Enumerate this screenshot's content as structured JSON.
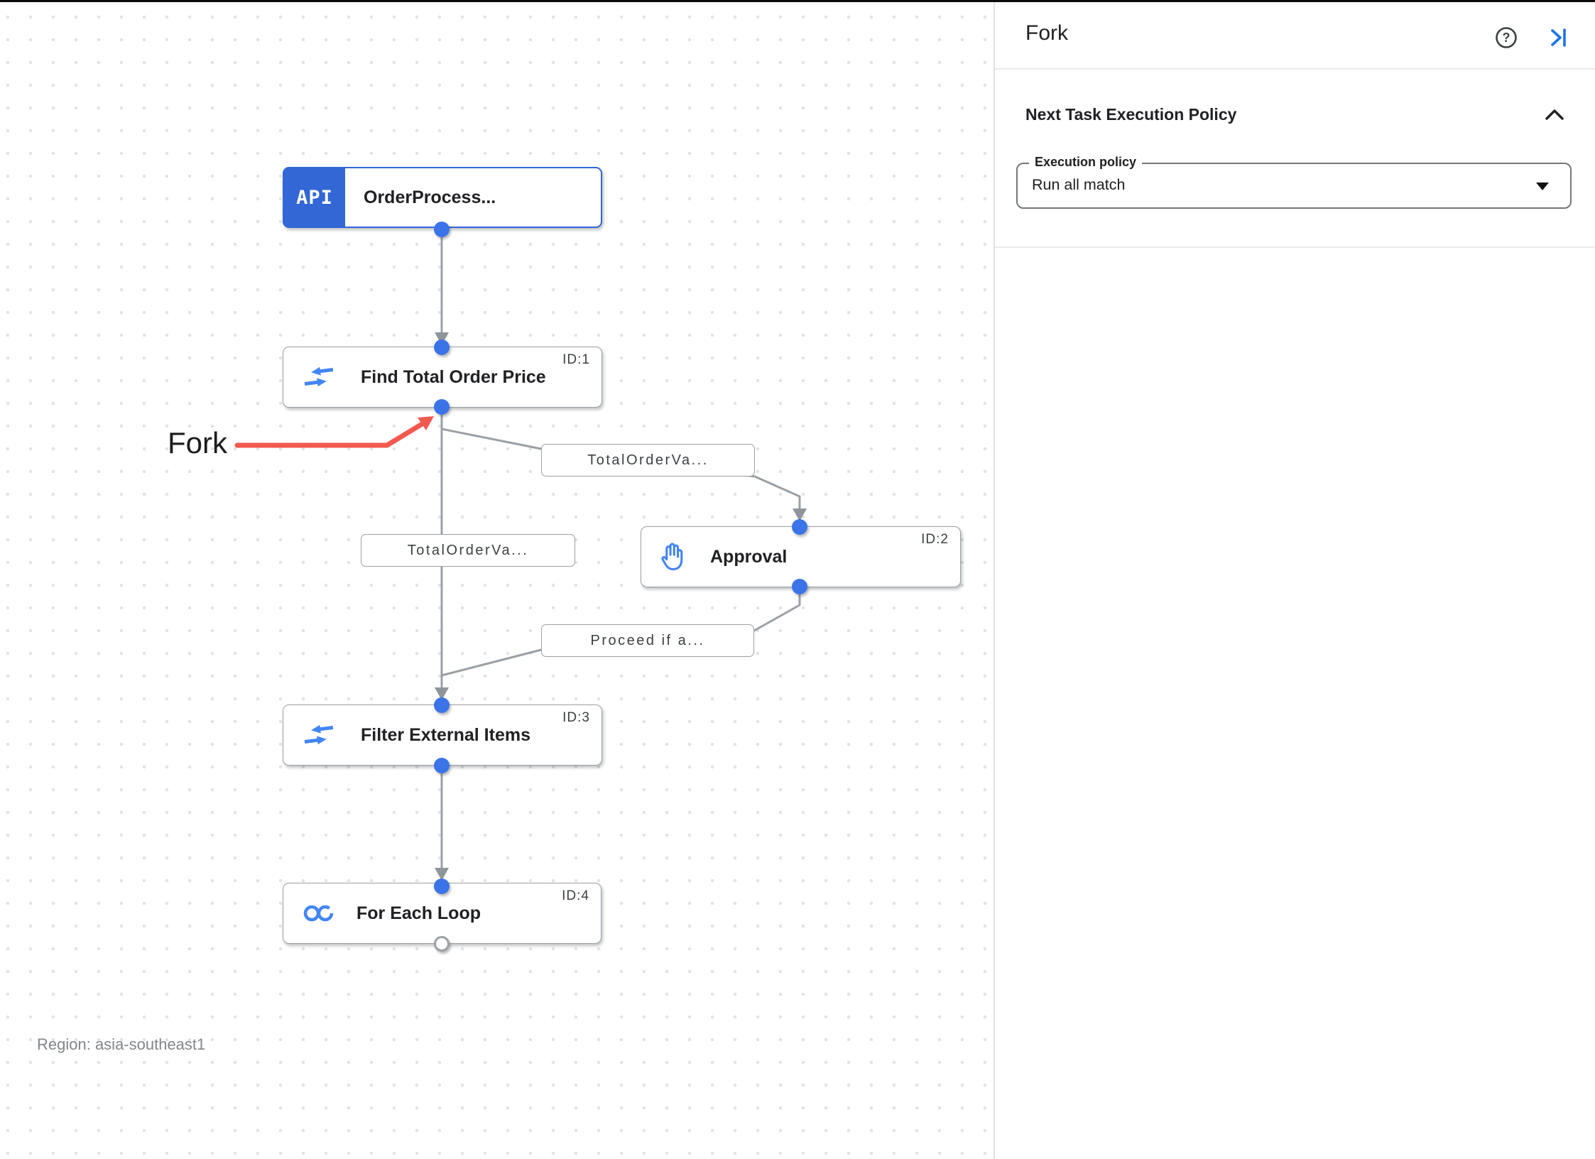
{
  "canvas": {
    "region_label": "Region: asia-southeast1",
    "annotation_label": "Fork",
    "nodes": [
      {
        "badge": "API",
        "title": "OrderProcess...",
        "id": ""
      },
      {
        "icon": "data-mapping-icon",
        "title": "Find Total Order Price",
        "id": "ID:1"
      },
      {
        "icon": "hand-icon",
        "title": "Approval",
        "id": "ID:2"
      },
      {
        "icon": "data-mapping-icon",
        "title": "Filter External Items",
        "id": "ID:3"
      },
      {
        "icon": "loop-icon",
        "title": "For Each Loop",
        "id": "ID:4"
      }
    ],
    "edge_labels": [
      "TotalOrderVa...",
      "TotalOrderVa...",
      "Proceed if a..."
    ]
  },
  "panel": {
    "title": "Fork",
    "section": {
      "heading": "Next Task Execution Policy",
      "field_label": "Execution policy",
      "field_value": "Run all match"
    }
  },
  "colors": {
    "node_border_blue": "#3367d6",
    "icon_blue": "#4285f4",
    "dot_blue": "#3b73e8",
    "link_blue": "#1a73e8",
    "edge_gray": "#9aa0a6",
    "annotation_red": "#f2594e"
  }
}
